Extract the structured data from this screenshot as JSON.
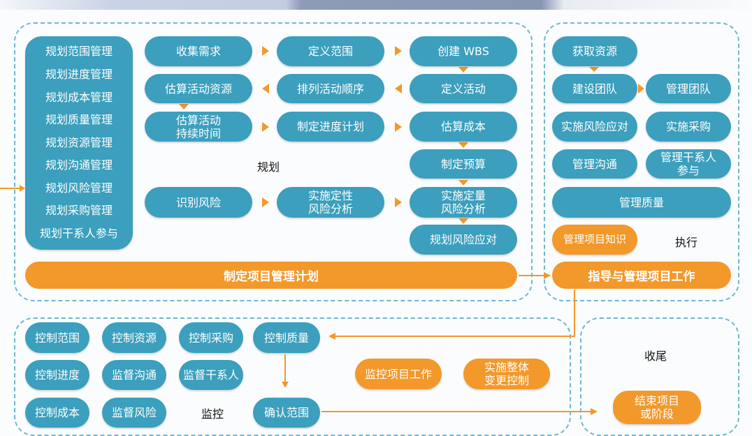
{
  "planning": {
    "label": "规划",
    "side_list": [
      "规划范围管理",
      "规划进度管理",
      "规划成本管理",
      "规划质量管理",
      "规划资源管理",
      "规划沟通管理",
      "规划风险管理",
      "规划采购管理",
      "规划干系人参与"
    ],
    "steps": [
      "收集需求",
      "定义范围",
      "创建 WBS",
      "估算活动资源",
      "排列活动顺序",
      "定义活动",
      "估算活动\n持续时间",
      "制定进度计划",
      "估算成本",
      "制定预算",
      "识别风险",
      "实施定性\n风险分析",
      "实施定量\n风险分析",
      "规划风险应对"
    ],
    "bar": "制定项目管理计划"
  },
  "executing": {
    "label": "执行",
    "steps": [
      "获取资源",
      "建设团队",
      "管理团队",
      "实施风险应对",
      "实施采购",
      "管理沟通",
      "管理干系人\n参与",
      "管理质量",
      "管理项目知识"
    ],
    "bar": "指导与管理项目工作"
  },
  "monitoring": {
    "label": "监控",
    "steps": [
      "控制范围",
      "控制资源",
      "控制采购",
      "控制质量",
      "控制进度",
      "监督沟通",
      "监督干系人",
      "控制成本",
      "监督风险",
      "确认范围"
    ],
    "orange": [
      "监控项目工作",
      "实施整体\n变更控制"
    ]
  },
  "closing": {
    "label": "收尾",
    "step": "结束项目\n或阶段"
  },
  "colors": {
    "teal": "#3b9fbd",
    "orange": "#f3982a"
  }
}
